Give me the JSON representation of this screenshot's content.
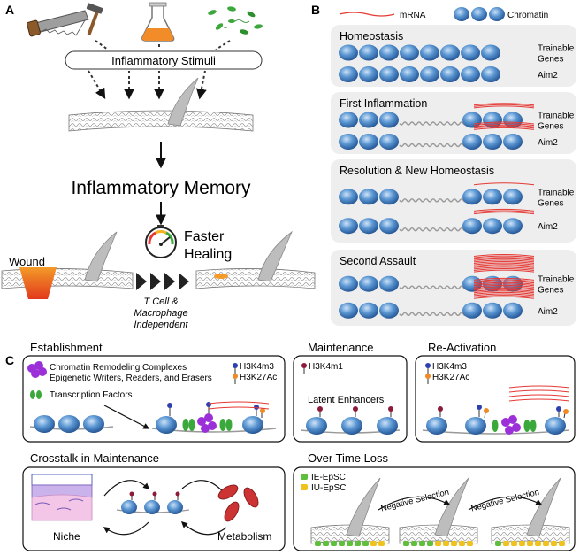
{
  "panel_a": {
    "letter": "A",
    "stimuli_label": "Inflammatory Stimuli",
    "memory_title": "Inflammatory Memory",
    "faster_healing": [
      "Faster",
      "Healing"
    ],
    "wound_label": "Wound",
    "tcell_lines": [
      "T Cell &",
      "Macrophage",
      "Independent"
    ]
  },
  "panel_b": {
    "letter": "B",
    "legend": {
      "mrna": "mRNA",
      "chromatin": "Chromatin"
    },
    "gene_labels": {
      "trainable": [
        "Trainable",
        "Genes"
      ],
      "aim2": "Aim2"
    },
    "stages": [
      {
        "title": "Homeostasis"
      },
      {
        "title": "First Inflammation"
      },
      {
        "title": "Resolution & New Homeostasis"
      },
      {
        "title": "Second Assault"
      }
    ]
  },
  "panel_c": {
    "letter": "C",
    "establishment": {
      "title": "Establishment",
      "legend": [
        "Chromatin Remodeling Complexes",
        "Epigenetic Writers, Readers, and Erasers",
        "Transcription Factors"
      ],
      "marks": [
        "H3K4m3",
        "H3K27Ac"
      ]
    },
    "maintenance": {
      "title": "Maintenance",
      "mark": "H3K4m1",
      "latent": "Latent Enhancers"
    },
    "reactivation": {
      "title": "Re-Activation",
      "marks": [
        "H3K4m3",
        "H3K27Ac"
      ]
    },
    "crosstalk": {
      "title": "Crosstalk in Maintenance",
      "niche": "Niche",
      "metabolism": "Metabolism"
    },
    "over_time": {
      "title": "Over Time Loss",
      "legend": [
        "IE-EpSC",
        "IU-EpSC"
      ],
      "selection": [
        "Negative Selection",
        "Negative Selection"
      ]
    }
  },
  "colors": {
    "nucleosome": "#4a86c8",
    "mrna": "#e53935",
    "tf_green": "#3aa83a",
    "remodeler": "#9b30d9",
    "h3k4m3": "#2e3fb0",
    "h3k27ac": "#f08a24",
    "h3k4m1": "#8e1a3a",
    "panel_bg": "#eeeeee",
    "ie_epsc": "#5fbf3c",
    "iu_epsc": "#f0c21e",
    "mito": "#cc3333",
    "niche": "#b59bd8"
  }
}
